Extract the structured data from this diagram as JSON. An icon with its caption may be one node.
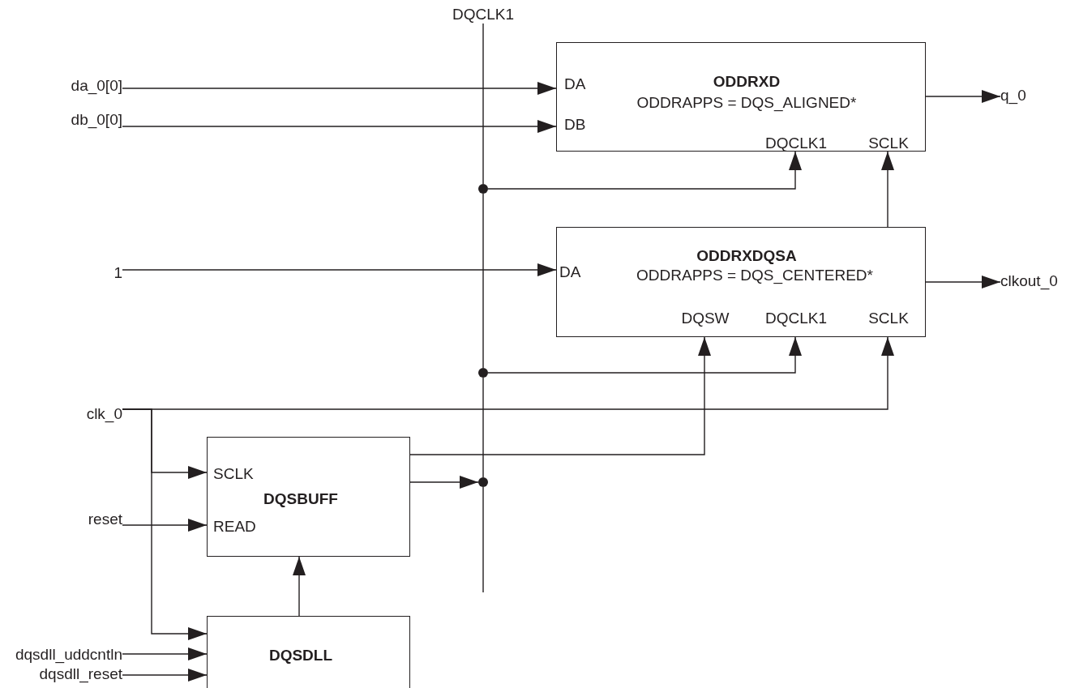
{
  "diagram": {
    "nodes": [
      {
        "text": [
          "DQCLK1"
        ]
      },
      {
        "text": [
          "da_0[0]"
        ]
      },
      {
        "text": [
          "db_0[0]"
        ]
      },
      {
        "text": [
          "1"
        ]
      },
      {
        "text": [
          "clk_0"
        ]
      },
      {
        "text": [
          "reset"
        ]
      },
      {
        "text": [
          "dqsdll_uddcntln"
        ]
      },
      {
        "text": [
          "dqsdll_reset"
        ]
      },
      {
        "text": [
          "ODDRXD",
          "ODDRAPPS = DQS_ALIGNED*",
          "DA",
          "DB",
          "DQCLK1",
          "SCLK"
        ]
      },
      {
        "text": [
          "ODDRXDQSA",
          "DA",
          "ODDRAPPS = DQS_CENTERED*",
          "DQSW",
          "DQCLK1",
          "SCLK"
        ]
      },
      {
        "text": [
          "SCLK",
          "DQSBUFF",
          "READ"
        ]
      },
      {
        "text": [
          "DQSDLL"
        ]
      },
      {
        "text": [],
        "shape": "circle"
      },
      {
        "text": [],
        "shape": "circle"
      },
      {
        "text": [],
        "shape": "circle"
      },
      {
        "text": [
          "q_0"
        ]
      },
      {
        "text": [
          "clkout_0"
        ]
      }
    ],
    "edges": [
      {
        "from": 1,
        "to": 8,
        "arrow": "to"
      },
      {
        "from": 2,
        "to": 8,
        "arrow": "to"
      },
      {
        "from": 3,
        "to": 9,
        "arrow": "to"
      },
      {
        "from": 8,
        "to": 15,
        "arrow": "to"
      },
      {
        "from": 9,
        "to": 16,
        "arrow": "to"
      },
      {
        "from": 12,
        "to": 8,
        "arrow": "to"
      },
      {
        "from": 13,
        "to": 9,
        "arrow": "to"
      },
      {
        "from": 9,
        "to": 8,
        "arrow": "to"
      },
      {
        "from": 4,
        "to": 9,
        "arrow": "to"
      },
      {
        "from": 4,
        "to": 10,
        "arrow": "to"
      },
      {
        "from": 4,
        "to": 11,
        "arrow": "to"
      },
      {
        "from": 5,
        "to": 10,
        "arrow": "to"
      },
      {
        "from": 10,
        "to": 9,
        "arrow": "to"
      },
      {
        "from": 10,
        "to": 14,
        "arrow": "to"
      },
      {
        "from": 11,
        "to": 10,
        "arrow": "to"
      },
      {
        "from": 6,
        "to": 11,
        "arrow": "to"
      },
      {
        "from": 7,
        "to": 11,
        "arrow": "to"
      },
      {
        "from": 0,
        "to": 12,
        "arrow": "none"
      },
      {
        "from": 12,
        "to": 13,
        "arrow": "none"
      },
      {
        "from": 13,
        "to": 14,
        "arrow": "none"
      },
      {
        "from": 14,
        "to": null,
        "arrow": "none"
      }
    ]
  }
}
